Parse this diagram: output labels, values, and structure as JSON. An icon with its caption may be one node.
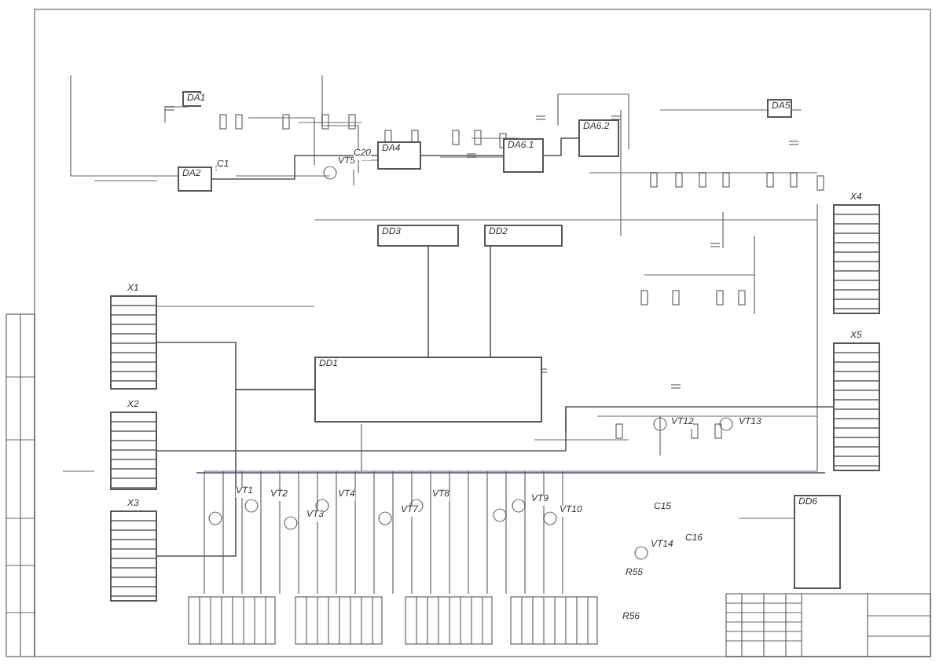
{
  "diagram": {
    "nodes": [
      {
        "text": [
          "DA1"
        ]
      },
      {
        "text": [
          "DA2"
        ]
      },
      {
        "text": [
          "DA4"
        ]
      },
      {
        "text": [
          "DA6.1"
        ]
      },
      {
        "text": [
          "DA6.2"
        ]
      },
      {
        "text": [
          "DA5"
        ]
      },
      {
        "text": [
          "DD3"
        ]
      },
      {
        "text": [
          "DD2"
        ]
      },
      {
        "text": [
          "DD1"
        ]
      },
      {
        "text": [
          "DD6"
        ]
      },
      {
        "text": [
          "X1"
        ]
      },
      {
        "text": [
          "X2"
        ]
      },
      {
        "text": [
          "X3"
        ]
      },
      {
        "text": [
          "X4"
        ]
      },
      {
        "text": [
          "X5"
        ]
      }
    ],
    "edges": [
      {
        "from": 6,
        "to": 8,
        "arrow": "none"
      },
      {
        "from": 7,
        "to": 8,
        "arrow": "none"
      },
      {
        "from": 1,
        "to": 2,
        "arrow": "none"
      },
      {
        "from": 2,
        "to": 3,
        "arrow": "none"
      },
      {
        "from": 3,
        "to": 4,
        "arrow": "none"
      },
      {
        "from": 10,
        "to": 8,
        "arrow": "none"
      },
      {
        "from": 11,
        "to": 14,
        "arrow": "none"
      },
      {
        "from": 12,
        "to": 8,
        "arrow": "none"
      }
    ],
    "labels": [
      "C1",
      "VT5",
      "C20",
      "VT1",
      "VT2",
      "VT3",
      "VT4",
      "VT7",
      "VT8",
      "VT9",
      "VT10",
      "VT12",
      "VT13",
      "VT14",
      "R55",
      "R56",
      "C15",
      "C16"
    ]
  }
}
